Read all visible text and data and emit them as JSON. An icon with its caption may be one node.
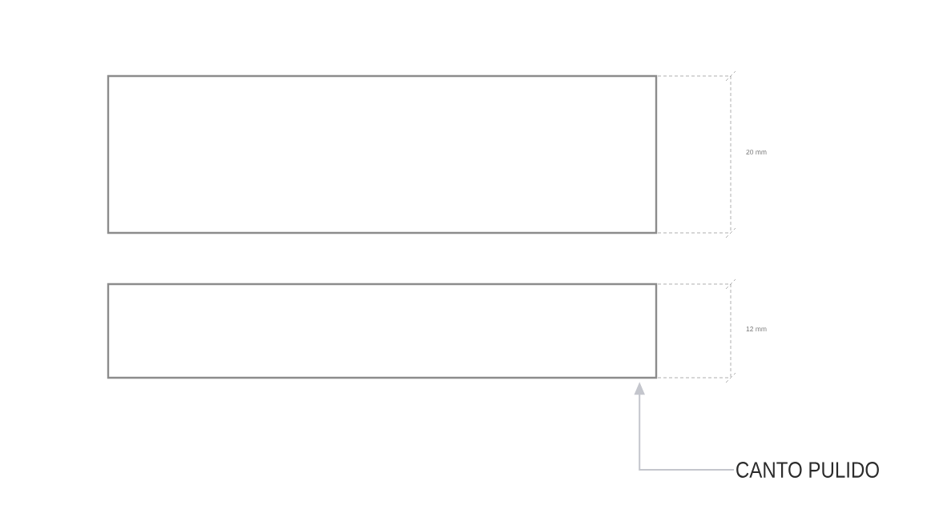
{
  "diagram": {
    "nodes": [
      {
        "text": [],
        "shape": "box"
      },
      {
        "text": [],
        "shape": "box"
      },
      {
        "text": [
          "CANTO PULIDO"
        ]
      }
    ],
    "edges": [
      {
        "from": 2,
        "to": 1,
        "arrow": "to"
      }
    ],
    "labels": [
      "20 mm",
      "12 mm"
    ]
  }
}
